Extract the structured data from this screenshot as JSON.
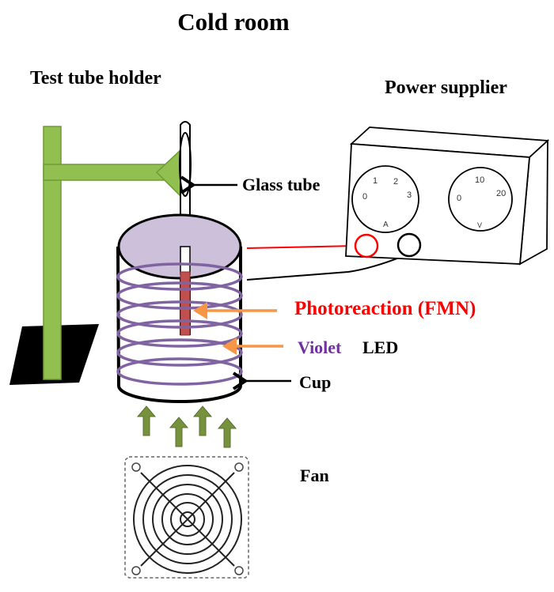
{
  "title": "Cold room",
  "labels": {
    "test_tube_holder": "Test tube holder",
    "power_supplier": "Power supplier",
    "glass_tube": "Glass tube",
    "photoreaction": "Photoreaction (FMN)",
    "violet": "Violet",
    "led": "LED",
    "cup": "Cup",
    "fan": "Fan"
  },
  "power_supply": {
    "dial_a_ticks": [
      "0",
      "1",
      "2",
      "3"
    ],
    "dial_a_unit": "A",
    "dial_v_ticks": [
      "0",
      "10",
      "20"
    ],
    "dial_v_unit": "V"
  },
  "colors": {
    "stand_green": "#92c050",
    "cup_top": "#ccc0da",
    "coil_violet": "#8064a2",
    "reaction_red": "#c0504d",
    "photoreaction_text": "#ff0000",
    "violet_text": "#7030a0",
    "arrow_orange": "#f79646",
    "airflow_green": "#76923c",
    "lead_red": "#ff0000"
  }
}
